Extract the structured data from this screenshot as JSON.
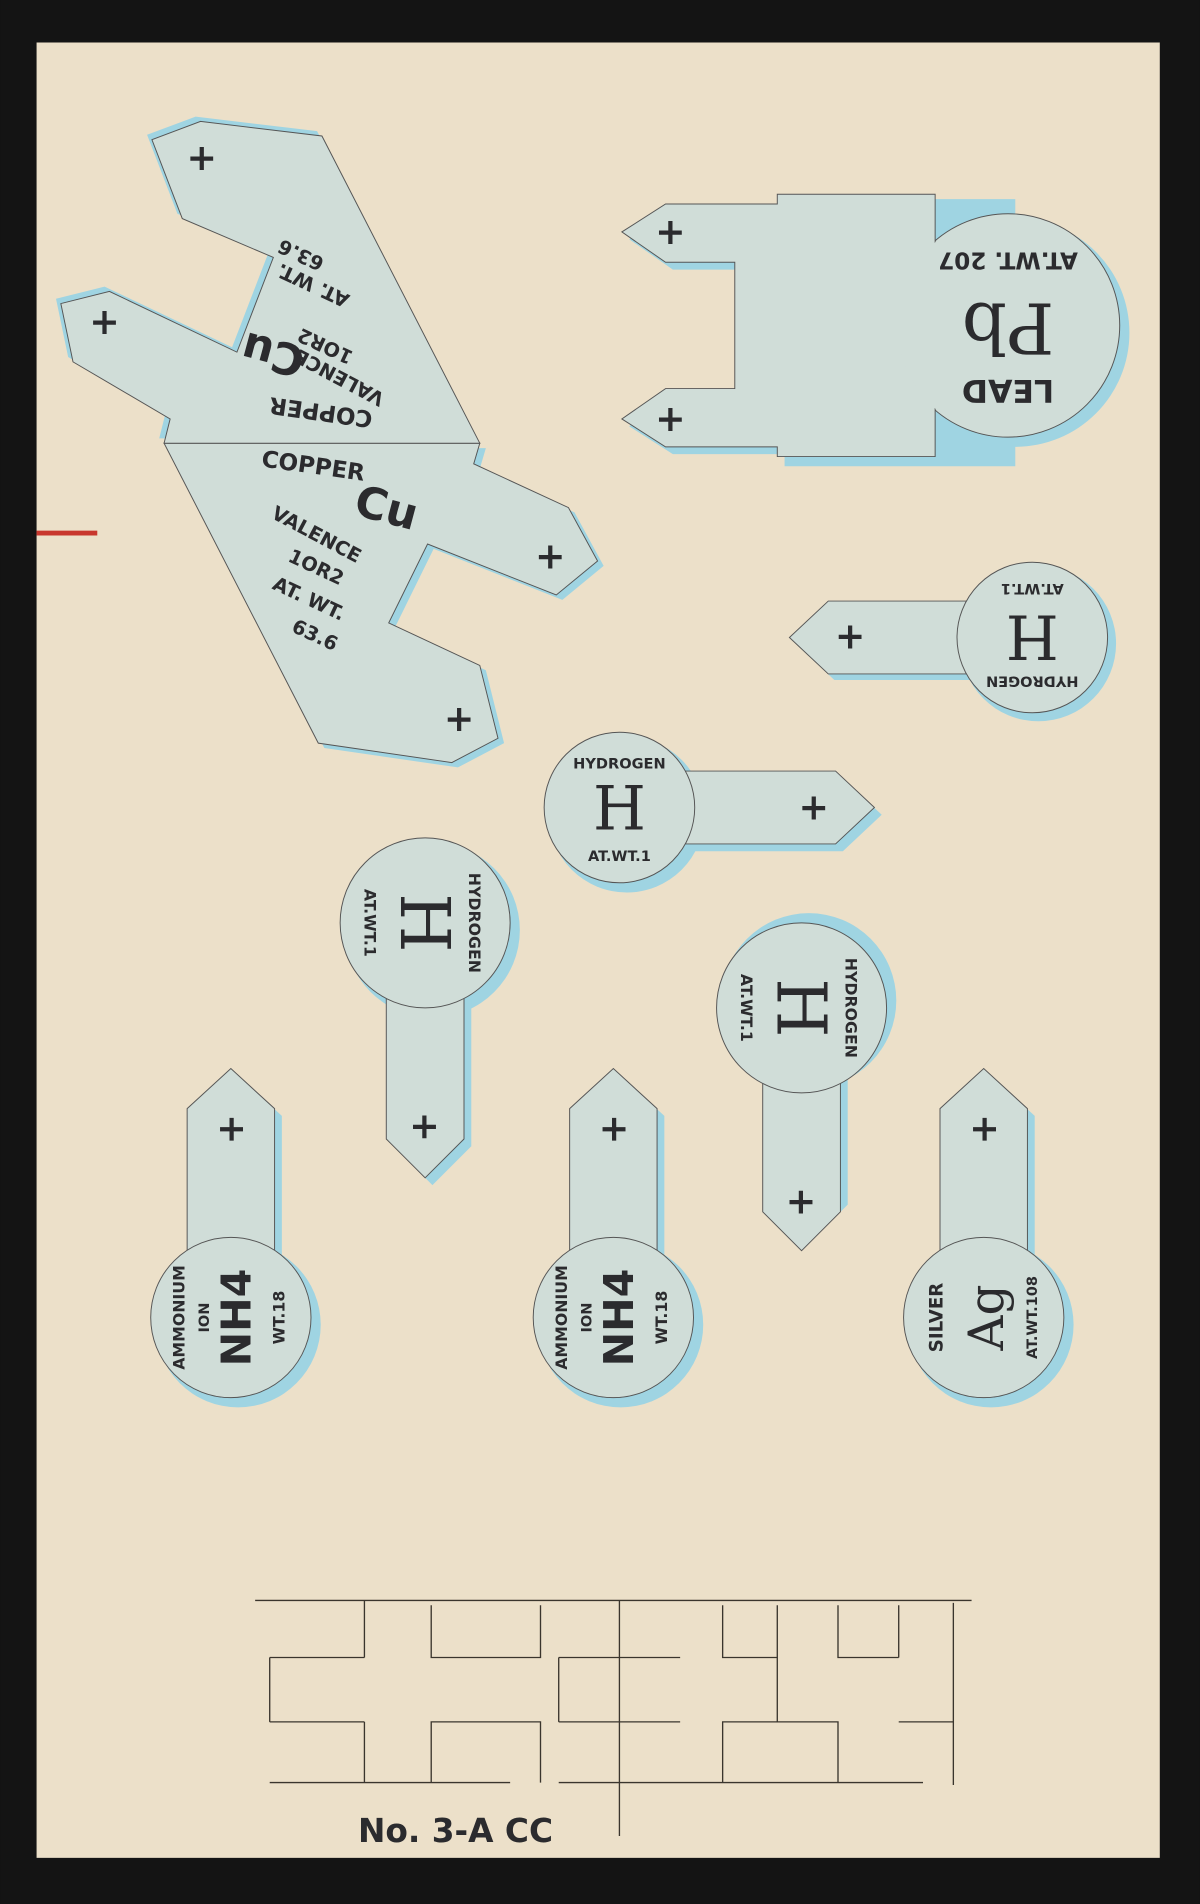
{
  "card_label": "No. 3-A CC",
  "colors": {
    "card": "#ece0c9",
    "piece": "#d0ddd8",
    "shadow": "#9fd4e2",
    "red_mark": "#c8372d",
    "background": "#141414"
  },
  "copper": {
    "name": "COPPER",
    "symbol": "Cu",
    "valence_label": "VALENCE",
    "valence": "1OR2",
    "weight_label": "AT. WT.",
    "weight": "63.6",
    "plus": "+"
  },
  "lead": {
    "name": "LEAD",
    "symbol": "Pb",
    "weight": "AT.WT. 207",
    "plus": "+"
  },
  "hydrogen": {
    "name": "HYDROGEN",
    "symbol": "H",
    "weight": "AT.WT.1",
    "plus": "+"
  },
  "ammonium": {
    "name": "AMMONIUM",
    "sub": "ION",
    "symbol": "NH4",
    "weight": "WT.18",
    "plus": "+"
  },
  "silver": {
    "name": "SILVER",
    "symbol": "Ag",
    "weight": "AT.WT.108",
    "plus": "+"
  }
}
